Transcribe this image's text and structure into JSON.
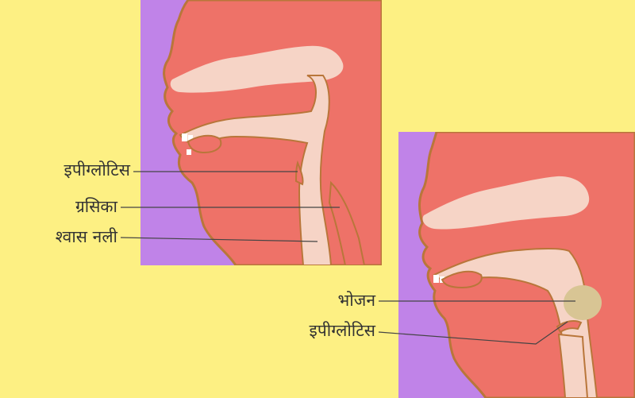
{
  "diagram": {
    "left_panel": {
      "labels": {
        "epiglottis": "इपीग्लोटिस",
        "esophagus": "ग्रसिका",
        "trachea": "श्वास नली"
      }
    },
    "right_panel": {
      "labels": {
        "food": "भोजन",
        "epiglottis": "इपीग्लोटिस"
      }
    }
  },
  "colors": {
    "background": "#fdf083",
    "face_purple": "#c083e8",
    "tissue_red": "#ee7268",
    "cavity_pale": "#f6d4c6",
    "outline": "#b9763a",
    "food_bolus": "#d8c594"
  }
}
